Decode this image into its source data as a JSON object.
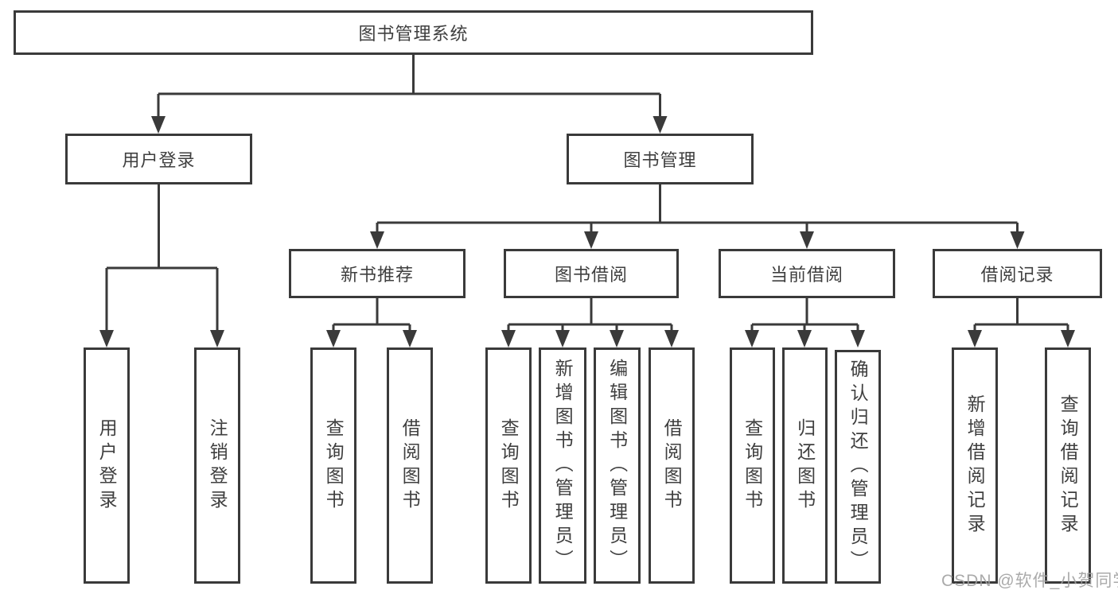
{
  "diagram": {
    "type": "hierarchy-diagram",
    "title": "图书管理系统",
    "watermark": "CSDN @软件_小贺同学",
    "colors": {
      "background": "#ffffff",
      "line": "#3a3a3a",
      "box_border": "#3a3a3a",
      "text": "#3f3f3f",
      "watermark": "#9e9e9e"
    },
    "nodes": {
      "root": "图书管理系统",
      "user_login": "用户登录",
      "book_mgmt": "图书管理",
      "new_book_rec": "新书推荐",
      "book_borrow": "图书借阅",
      "current_borrow": "当前借阅",
      "borrow_record": "借阅记录",
      "ul_login": "用户登录",
      "ul_logout": "注销登录",
      "nb_query": "查询图书",
      "nb_borrow": "借阅图书",
      "bb_query": "查询图书",
      "bb_add": "新增图书（管理员）",
      "bb_edit": "编辑图书（管理员）",
      "bb_borrow": "借阅图书",
      "cb_query": "查询图书",
      "cb_return": "归还图书",
      "cb_confirm": "确认归还（管理员）",
      "br_add": "新增借阅记录",
      "br_query": "查询借阅记录"
    },
    "edges": [
      [
        "root",
        "user_login"
      ],
      [
        "root",
        "book_mgmt"
      ],
      [
        "user_login",
        "ul_login"
      ],
      [
        "user_login",
        "ul_logout"
      ],
      [
        "book_mgmt",
        "new_book_rec"
      ],
      [
        "book_mgmt",
        "book_borrow"
      ],
      [
        "book_mgmt",
        "current_borrow"
      ],
      [
        "book_mgmt",
        "borrow_record"
      ],
      [
        "new_book_rec",
        "nb_query"
      ],
      [
        "new_book_rec",
        "nb_borrow"
      ],
      [
        "book_borrow",
        "bb_query"
      ],
      [
        "book_borrow",
        "bb_add"
      ],
      [
        "book_borrow",
        "bb_edit"
      ],
      [
        "book_borrow",
        "bb_borrow"
      ],
      [
        "current_borrow",
        "cb_query"
      ],
      [
        "current_borrow",
        "cb_return"
      ],
      [
        "current_borrow",
        "cb_confirm"
      ],
      [
        "borrow_record",
        "br_add"
      ],
      [
        "borrow_record",
        "br_query"
      ]
    ]
  }
}
